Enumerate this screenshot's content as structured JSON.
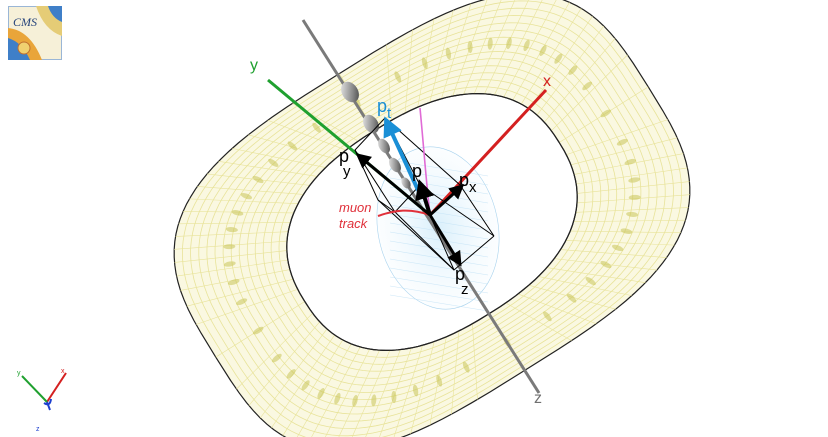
{
  "logo": {
    "text": "CMS"
  },
  "axes": {
    "x": {
      "label": "x",
      "color": "#d42020"
    },
    "y": {
      "label": "y",
      "color": "#1fa02f"
    },
    "z": {
      "label": "z",
      "color": "#707070"
    }
  },
  "vectors": {
    "p": {
      "base": "p",
      "sub": ""
    },
    "pt": {
      "base": "p",
      "sub": "t",
      "color": "#1a8fd6"
    },
    "px": {
      "base": "p",
      "sub": "x"
    },
    "py": {
      "base": "p",
      "sub": "y"
    },
    "pz": {
      "base": "p",
      "sub": "z"
    }
  },
  "muon_track": {
    "label_line1": "muon",
    "label_line2": "track",
    "color": "#e0303a"
  },
  "triad": {
    "x_label": "x",
    "y_label": "y",
    "z_label": "z"
  },
  "colors": {
    "detector": "#e8e39a",
    "detector_edge": "#222222",
    "detector_fill": "#f6f3c9",
    "calo": "#bfe1f5",
    "track_pink": "#e06bd6"
  }
}
